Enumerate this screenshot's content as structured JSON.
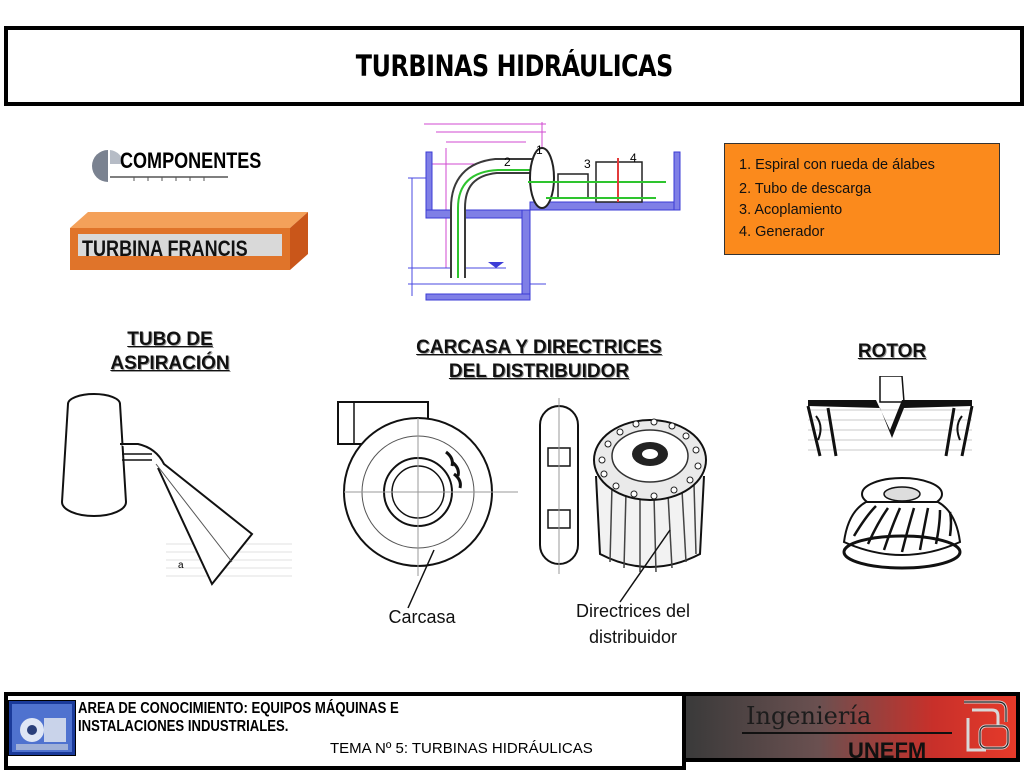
{
  "title": "TURBINAS HIDRÁULICAS",
  "componentes_label": "COMPONENTES",
  "francis_label": "TURBINA FRANCIS",
  "legend": {
    "items": [
      "1. Espiral con rueda de álabes",
      "2. Tubo de descarga",
      "3. Acoplamiento",
      "4. Generador"
    ],
    "background": "#fb8a1c"
  },
  "diagram_numbers": [
    "1",
    "2",
    "3",
    "4"
  ],
  "sections": {
    "tubo": [
      "TUBO DE",
      "ASPIRACIÓN"
    ],
    "carcasa": [
      "CARCASA Y DIRECTRICES",
      "DEL DISTRIBUIDOR"
    ],
    "rotor": "ROTOR"
  },
  "tubo_marker": "a",
  "captions": {
    "carcasa": "Carcasa",
    "directrices": [
      "Directrices del",
      "distribuidor"
    ]
  },
  "footer": {
    "area_line1": "AREA DE CONOCIMIENTO: EQUIPOS MÁQUINAS E",
    "area_line2": "INSTALACIONES INDUSTRIALES.",
    "tema": "TEMA Nº 5: TURBINAS HIDRÁULICAS",
    "ingenieria": "Ingeniería",
    "unefm": "UNEFM"
  }
}
